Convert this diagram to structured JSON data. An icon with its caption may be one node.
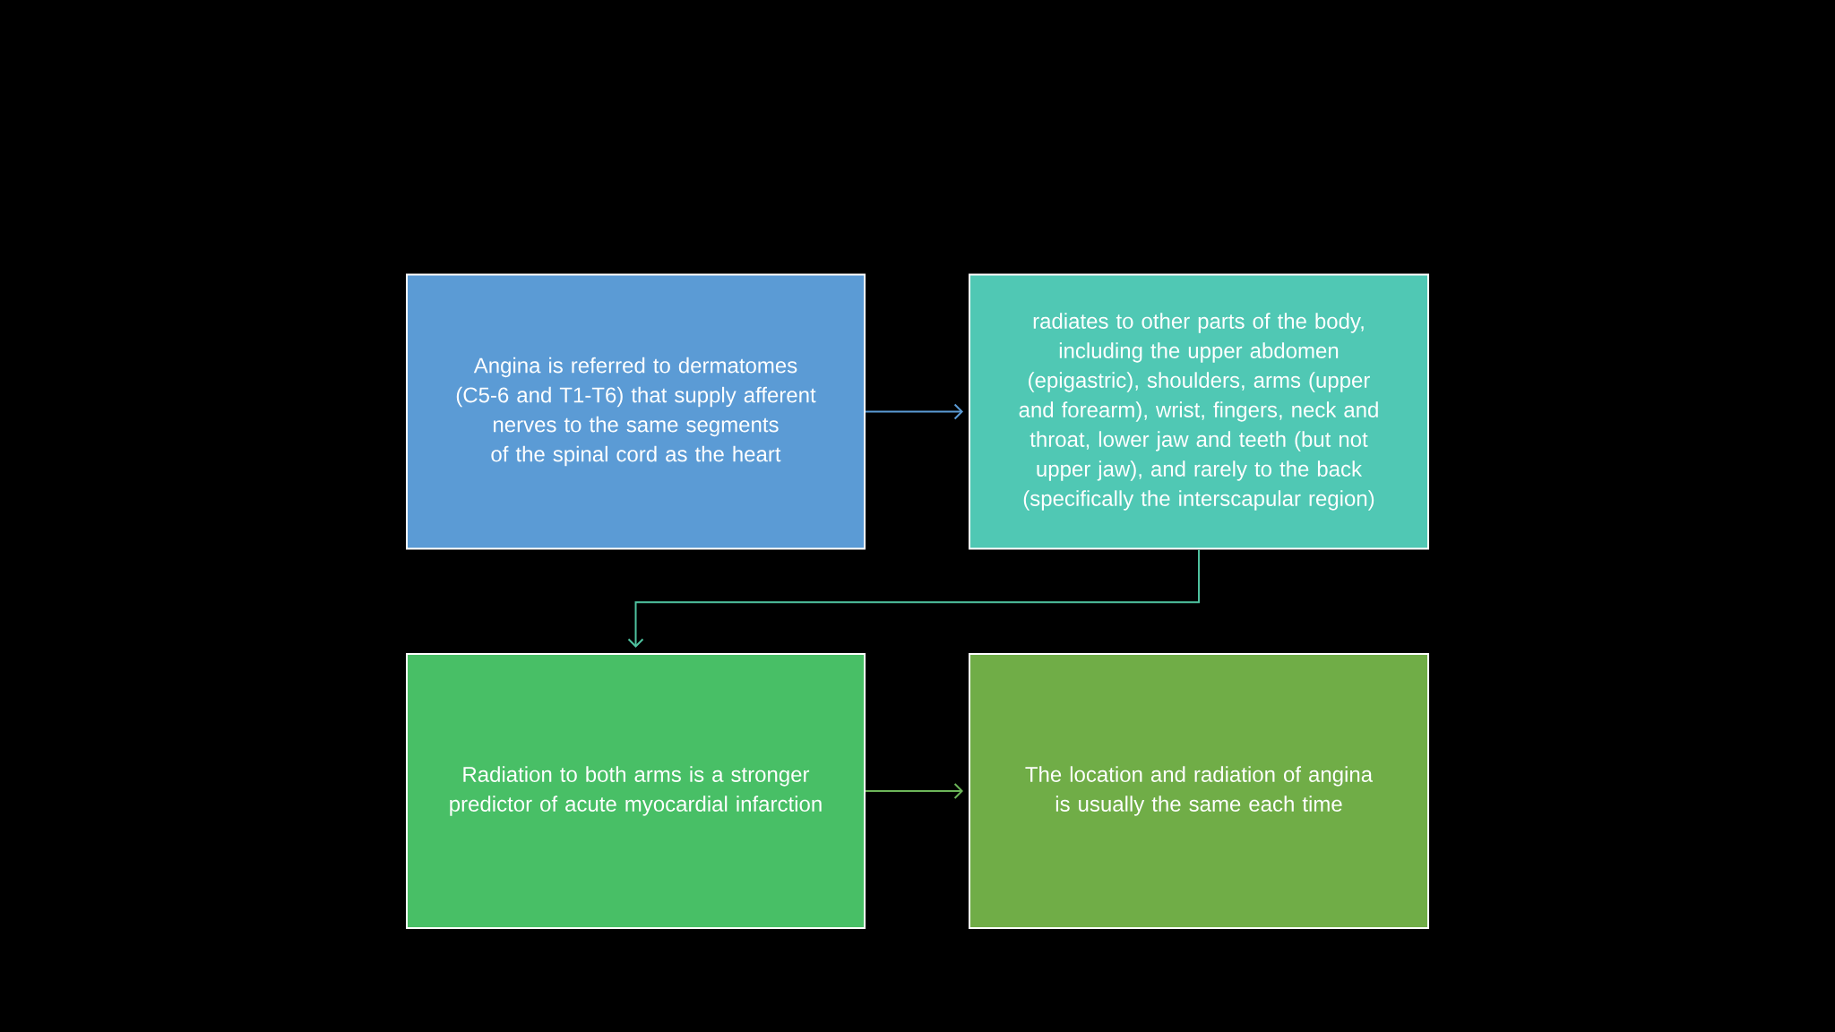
{
  "diagram": {
    "nodes": [
      {
        "text": [
          "Angina is referred to dermatomes (C5-6 and T1-T6) that supply afferent nerves to the same segments of the spinal cord as the heart"
        ]
      },
      {
        "text": [
          "radiates to other parts of the body, including the upper abdomen (epigastric), shoulders, arms (upper and forearm), wrist, fingers, neck and throat, lower jaw and teeth (but not upper jaw), and rarely to the back (specifically the interscapular region)"
        ]
      },
      {
        "text": [
          "Radiation to both arms is a stronger predictor of acute myocardial infarction"
        ]
      },
      {
        "text": [
          "The location and radiation of angina is usually the same each time"
        ]
      }
    ],
    "edges": [
      {
        "from": 0,
        "to": 1,
        "arrow": "to",
        "color": "#5b9bd5"
      },
      {
        "from": 1,
        "to": 2,
        "arrow": "to",
        "color": "#4fc3a0"
      },
      {
        "from": 2,
        "to": 3,
        "arrow": "to",
        "color": "#6cb559"
      }
    ]
  }
}
